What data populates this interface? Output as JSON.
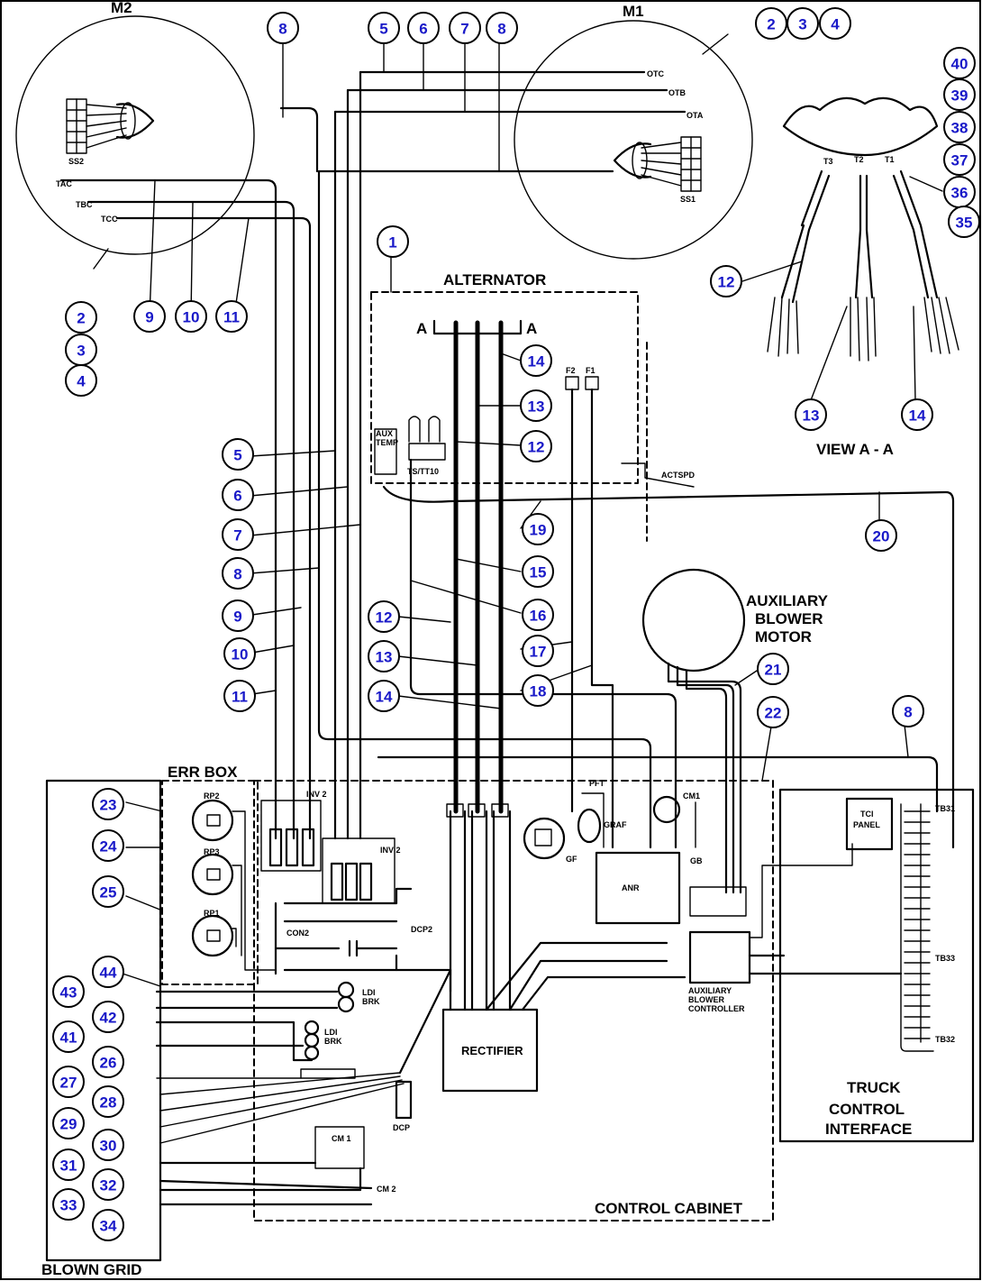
{
  "labels": {
    "m2": "M2",
    "m1": "M1",
    "alternator": "ALTERNATOR",
    "alt_a_left": "A",
    "alt_a_right": "A",
    "aux_blower_1": "AUXILIARY",
    "aux_blower_2": "BLOWER",
    "aux_blower_3": "MOTOR",
    "view_aa": "VIEW A - A",
    "err_box": "ERR BOX",
    "control_cabinet": "CONTROL CABINET",
    "blown_grid": "BLOWN GRID",
    "truck_1": "TRUCK",
    "truck_2": "CONTROL",
    "truck_3": "INTERFACE",
    "rectifier": "RECTIFIER",
    "aux_ctrl_1": "AUXILIARY",
    "aux_ctrl_2": "BLOWER",
    "aux_ctrl_3": "CONTROLLER",
    "aux_temp_1": "AUX",
    "aux_temp_2": "TEMP",
    "tc1_1": "TCI",
    "tc1_2": "PANEL",
    "inv2": "INV 2",
    "inv_left": "INV 2",
    "con2": "CON2",
    "dcp2": "DCP2",
    "dcp": "DCP",
    "cm1": "CM 1",
    "cm2": "CM 2",
    "cm1_top": "CM1",
    "gb": "GB",
    "anr": "ANR",
    "gf": "GF",
    "grf": "GRAF",
    "pft": "PFT",
    "rp2": "RP2",
    "rp3": "RP3",
    "rp1": "RP1",
    "ldi1": "LDI",
    "ldi1b": "BRK",
    "ldi2": "LDI",
    "ldi2b": "BRK",
    "tb31": "TB31",
    "tb32": "TB32",
    "tb33": "TB33",
    "otc": "OTC",
    "otb": "OTB",
    "ota": "OTA",
    "tac": "TAC",
    "tbc": "TBC",
    "tcc": "TCC",
    "ss2": "SS2",
    "ss1": "SS1",
    "t3": "T3",
    "t2": "T2",
    "t1": "T1",
    "f2": "F2",
    "f1": "F1",
    "actspd": "ACTSPD",
    "tstt": "TS/TT10"
  },
  "callouts": [
    {
      "id": "c8a",
      "num": "8"
    },
    {
      "id": "c5a",
      "num": "5"
    },
    {
      "id": "c6a",
      "num": "6"
    },
    {
      "id": "c7a",
      "num": "7"
    },
    {
      "id": "c8b",
      "num": "8"
    },
    {
      "id": "c2a",
      "num": "2"
    },
    {
      "id": "c3a",
      "num": "3"
    },
    {
      "id": "c4a",
      "num": "4"
    },
    {
      "id": "c40",
      "num": "40"
    },
    {
      "id": "c39",
      "num": "39"
    },
    {
      "id": "c38",
      "num": "38"
    },
    {
      "id": "c37",
      "num": "37"
    },
    {
      "id": "c36",
      "num": "36"
    },
    {
      "id": "c35",
      "num": "35"
    },
    {
      "id": "c12v",
      "num": "12"
    },
    {
      "id": "c13v",
      "num": "13"
    },
    {
      "id": "c14v",
      "num": "14"
    },
    {
      "id": "c1",
      "num": "1"
    },
    {
      "id": "c2b",
      "num": "2"
    },
    {
      "id": "c3b",
      "num": "3"
    },
    {
      "id": "c4b",
      "num": "4"
    },
    {
      "id": "c9a",
      "num": "9"
    },
    {
      "id": "c10a",
      "num": "10"
    },
    {
      "id": "c11a",
      "num": "11"
    },
    {
      "id": "c14a",
      "num": "14"
    },
    {
      "id": "c13a",
      "num": "13"
    },
    {
      "id": "c12a",
      "num": "12"
    },
    {
      "id": "c5b",
      "num": "5"
    },
    {
      "id": "c6b",
      "num": "6"
    },
    {
      "id": "c7b",
      "num": "7"
    },
    {
      "id": "c8c",
      "num": "8"
    },
    {
      "id": "c9b",
      "num": "9"
    },
    {
      "id": "c10b",
      "num": "10"
    },
    {
      "id": "c11b",
      "num": "11"
    },
    {
      "id": "c19",
      "num": "19"
    },
    {
      "id": "c20",
      "num": "20"
    },
    {
      "id": "c15",
      "num": "15"
    },
    {
      "id": "c16",
      "num": "16"
    },
    {
      "id": "c17",
      "num": "17"
    },
    {
      "id": "c18",
      "num": "18"
    },
    {
      "id": "c12b",
      "num": "12"
    },
    {
      "id": "c13b",
      "num": "13"
    },
    {
      "id": "c14b",
      "num": "14"
    },
    {
      "id": "c21",
      "num": "21"
    },
    {
      "id": "c22",
      "num": "22"
    },
    {
      "id": "c8d",
      "num": "8"
    },
    {
      "id": "c23",
      "num": "23"
    },
    {
      "id": "c24",
      "num": "24"
    },
    {
      "id": "c25",
      "num": "25"
    },
    {
      "id": "c44",
      "num": "44"
    },
    {
      "id": "c43",
      "num": "43"
    },
    {
      "id": "c42",
      "num": "42"
    },
    {
      "id": "c41",
      "num": "41"
    },
    {
      "id": "c26",
      "num": "26"
    },
    {
      "id": "c27",
      "num": "27"
    },
    {
      "id": "c28",
      "num": "28"
    },
    {
      "id": "c29",
      "num": "29"
    },
    {
      "id": "c30",
      "num": "30"
    },
    {
      "id": "c31",
      "num": "31"
    },
    {
      "id": "c32",
      "num": "32"
    },
    {
      "id": "c33",
      "num": "33"
    },
    {
      "id": "c34",
      "num": "34"
    }
  ],
  "colors": {
    "callout_text": "#1919c8",
    "line": "#000000",
    "background": "#ffffff"
  }
}
